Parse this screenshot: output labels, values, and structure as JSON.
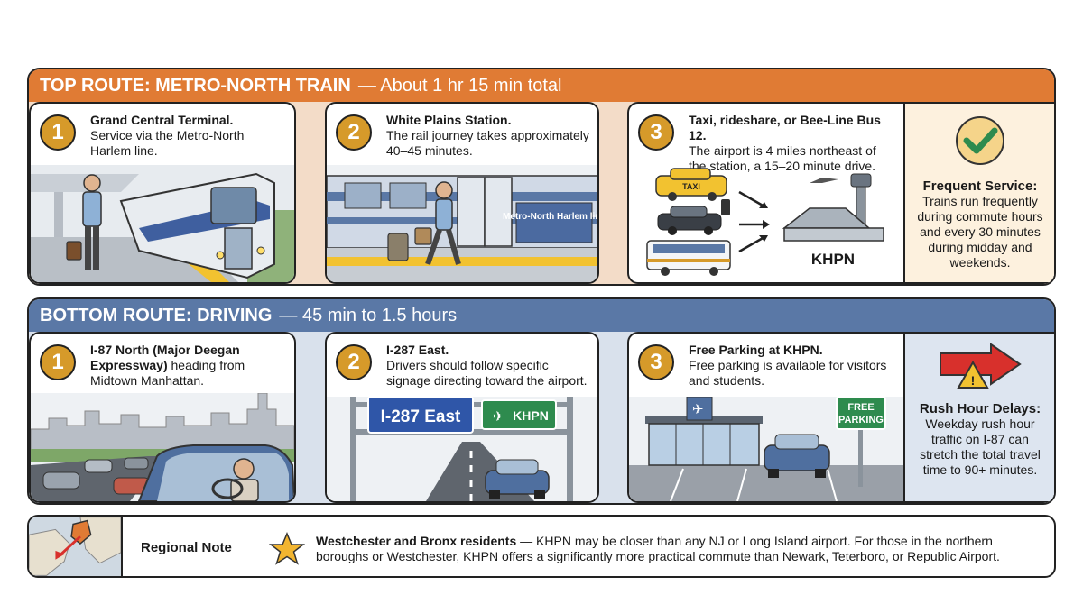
{
  "top_route": {
    "title": "TOP ROUTE: METRO-NORTH TRAIN",
    "subtitle": "— About 1 hr 15 min total",
    "steps": [
      {
        "num": "1",
        "title": "Grand Central Terminal.",
        "body": "Service via the Metro-North Harlem line."
      },
      {
        "num": "2",
        "title": "White Plains Station.",
        "body": "The rail journey takes approximately 40–45 minutes.",
        "train_label": "Metro-North Harlem line"
      },
      {
        "num": "3",
        "title": "Taxi, rideshare, or Bee-Line Bus 12.",
        "body": "The airport is 4 miles northeast of the station, a 15–20 minute drive.",
        "taxi_sign": "TAXI",
        "airport_code": "KHPN"
      }
    ],
    "side": {
      "title": "Frequent Service:",
      "body": "Trains run frequently during commute hours and every 30 minutes during midday and weekends.",
      "icon": "checkmark-badge-icon"
    }
  },
  "bottom_route": {
    "title": "BOTTOM ROUTE: DRIVING",
    "subtitle": "— 45 min to 1.5 hours",
    "steps": [
      {
        "num": "1",
        "title": "I-87 North (Major Deegan Expressway)",
        "body": "heading from Midtown Manhattan."
      },
      {
        "num": "2",
        "title": "I-287 East.",
        "body": "Drivers should follow specific signage directing toward the airport.",
        "sign_highway": "I-287 East",
        "sign_airport": "KHPN"
      },
      {
        "num": "3",
        "title": "Free Parking at KHPN.",
        "body": "Free parking is available for visitors and students.",
        "sign_parking_1": "FREE",
        "sign_parking_2": "PARKING"
      }
    ],
    "side": {
      "title": "Rush Hour Delays:",
      "body": "Weekday rush hour traffic on I-87 can stretch the total travel time to 90+ minutes.",
      "icon": "warning-arrow-icon"
    }
  },
  "note": {
    "label": "Regional Note",
    "bold": "Westchester and Bronx residents",
    "body": "— KHPN may be closer than any NJ or Long Island airport. For those in the northern boroughs or Westchester, KHPN offers a significantly more practical commute than Newark, Teterboro, or Republic Airport."
  },
  "colors": {
    "orange": "#e07b34",
    "blue": "#5a78a6",
    "gold": "#d69a2a",
    "green": "#2e8b4e"
  }
}
